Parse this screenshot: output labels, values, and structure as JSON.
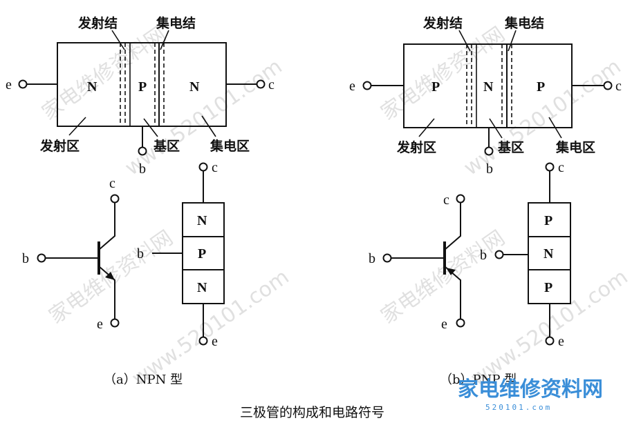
{
  "npn": {
    "emitter_junction": "发射结",
    "collector_junction": "集电结",
    "emitter_region": "发射区",
    "base_region": "基区",
    "collector_region": "集电区",
    "region_left": "N",
    "region_mid": "P",
    "region_right": "N",
    "pin_e": "e",
    "pin_c": "c",
    "pin_b": "b",
    "stack_top": "N",
    "stack_mid": "P",
    "stack_bottom": "N",
    "caption": "（a）NPN 型"
  },
  "pnp": {
    "emitter_junction": "发射结",
    "collector_junction": "集电结",
    "emitter_region": "发射区",
    "base_region": "基区",
    "collector_region": "集电区",
    "region_left": "P",
    "region_mid": "N",
    "region_right": "P",
    "pin_e": "e",
    "pin_c": "c",
    "pin_b": "b",
    "stack_top": "P",
    "stack_mid": "N",
    "stack_bottom": "P",
    "caption": "（b）PNP 型"
  },
  "figure_title": "三极管的构成和电路符号",
  "watermark": {
    "site_cn": "家电维修资料网",
    "site_url": "www.520101.com"
  },
  "logo": {
    "text": "家电维修资料网",
    "number": "520101.com"
  },
  "colors": {
    "ink": "#111111",
    "watermark": "#c8c8c8",
    "logo": "#3a8ed8"
  }
}
